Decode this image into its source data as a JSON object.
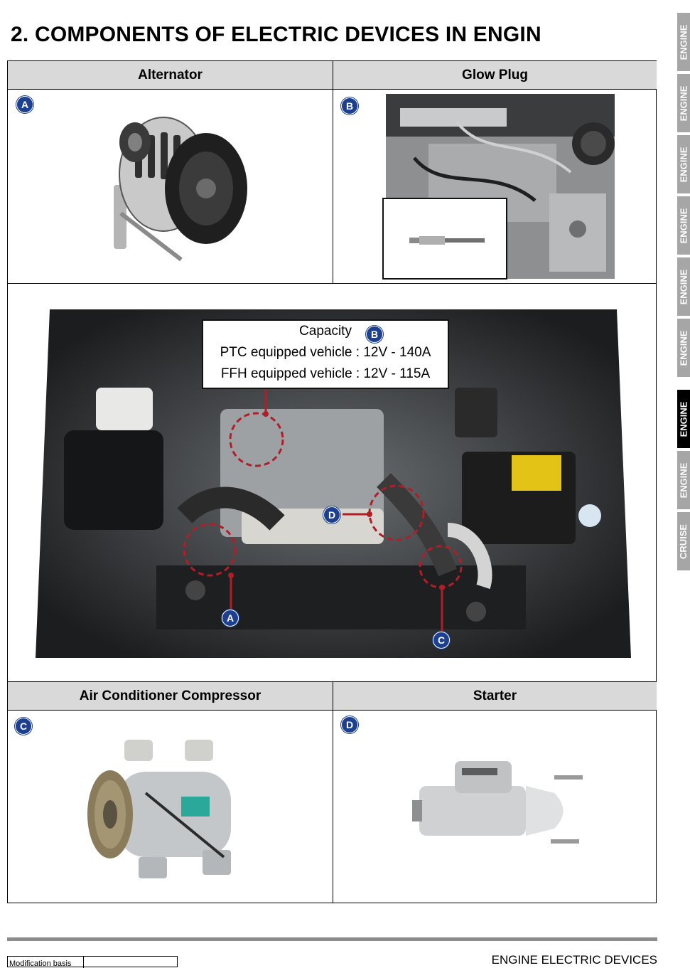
{
  "page": {
    "title": "2. COMPONENTS OF ELECTRIC DEVICES IN ENGIN"
  },
  "table": {
    "top_headers": [
      "Alternator",
      "Glow Plug"
    ],
    "bottom_headers": [
      "Air Conditioner Compressor",
      "Starter"
    ],
    "badges": {
      "a": "A",
      "b": "B",
      "c": "C",
      "d": "D"
    }
  },
  "callout": {
    "title": "Capacity",
    "badge": "B",
    "line1": "PTC equipped vehicle : 12V - 140A",
    "line2": "FFH equipped vehicle : 12V - 115A"
  },
  "engine_labels": {
    "a": "A",
    "b": "B",
    "c": "C",
    "d": "D"
  },
  "side_tabs": [
    {
      "label": "ENGINE",
      "active": false
    },
    {
      "label": "ENGINE",
      "active": false
    },
    {
      "label": "ENGINE",
      "active": false
    },
    {
      "label": "ENGINE",
      "active": false
    },
    {
      "label": "ENGINE",
      "active": false
    },
    {
      "label": "ENGINE",
      "active": false
    },
    {
      "label": "ENGINE",
      "active": true
    },
    {
      "label": "ENGINE",
      "active": false
    },
    {
      "label": "CRUISE",
      "active": false
    }
  ],
  "footer": {
    "modification_label": "Modification basis",
    "section": "ENGINE ELECTRIC DEVICES"
  },
  "colors": {
    "badge": "#1c3f8f",
    "header_bg": "#d9d9d9",
    "tab_bg": "#a6a6a6",
    "tab_active": "#000000",
    "callout_ring": "#b01e28"
  }
}
